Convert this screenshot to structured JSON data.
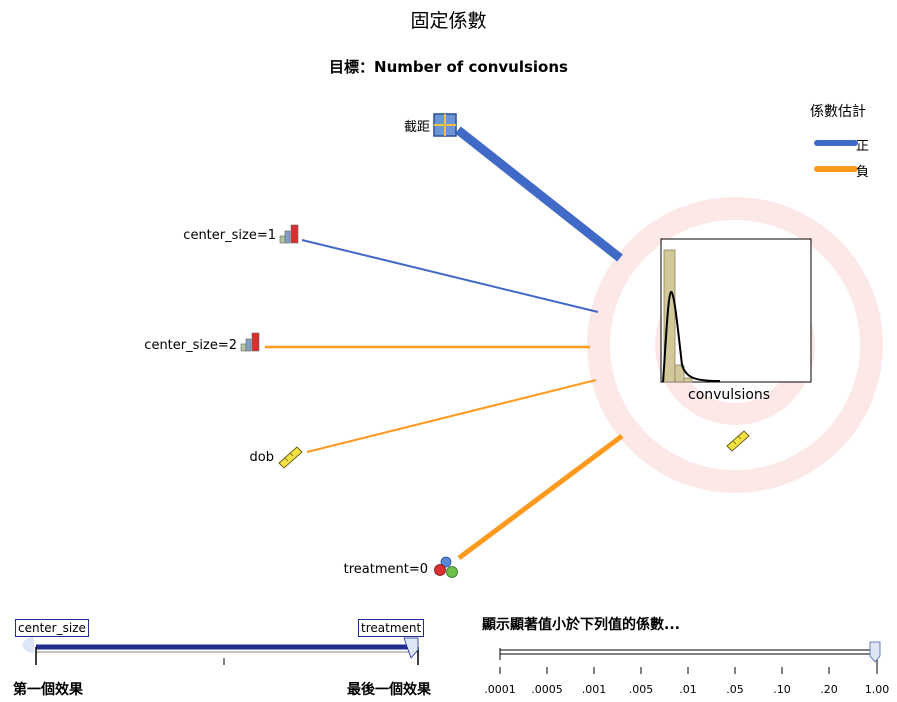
{
  "title": "固定係數",
  "subtitle": "目標：Number of convulsions",
  "legend": {
    "title": "係數估計",
    "positive_label": "正",
    "negative_label": "負",
    "positive_color": "#4169c8",
    "negative_color": "#ff9a1e"
  },
  "target": {
    "label": "convulsions",
    "icon": "ruler-icon"
  },
  "effects": [
    {
      "label": "截距",
      "icon": "grid-icon",
      "sign": "positive"
    },
    {
      "label": "center_size=1",
      "icon": "bar-chart-icon",
      "sign": "positive"
    },
    {
      "label": "center_size=2",
      "icon": "bar-chart-icon",
      "sign": "negative"
    },
    {
      "label": "dob",
      "icon": "ruler-icon",
      "sign": "negative"
    },
    {
      "label": "treatment=0",
      "icon": "circles-icon",
      "sign": "negative"
    }
  ],
  "effect_slider": {
    "left_tag": "center_size",
    "right_tag": "treatment",
    "left_label": "第一個效果",
    "right_label": "最後一個效果"
  },
  "significance_slider": {
    "title": "顯示顯著值小於下列值的係數...",
    "ticks": [
      ".0001",
      ".0005",
      ".001",
      ".005",
      ".01",
      ".05",
      ".10",
      ".20",
      "1.00"
    ],
    "selected": "1.00"
  }
}
